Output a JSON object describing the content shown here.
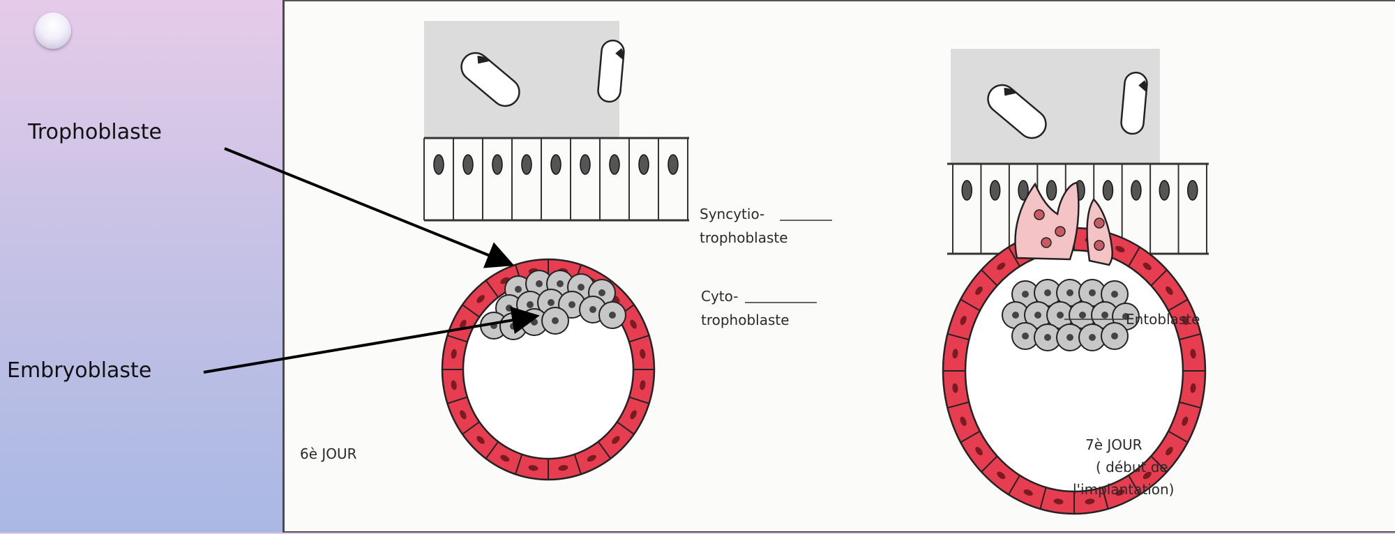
{
  "slide": {
    "labels": {
      "trophoblaste": "Trophoblaste",
      "embryoblaste": "Embryoblaste"
    }
  },
  "diagram": {
    "left": {
      "day_label": "6è JOUR"
    },
    "right": {
      "syncytio_line1": "Syncytio-",
      "syncytio_line2": "trophoblaste",
      "cyto_line1": "Cyto-",
      "cyto_line2": "trophoblaste",
      "entoblaste": "Entoblaste",
      "day_line1": "7è JOUR",
      "day_line2": "( début de",
      "day_line3": "l'implantation)"
    },
    "colors": {
      "trophoblast_red": "#e63e50",
      "syncytio_pink": "#f4c3c6",
      "embryoblast_grey": "#c7c7c7",
      "stroma_grey": "#dcdcdc"
    }
  }
}
